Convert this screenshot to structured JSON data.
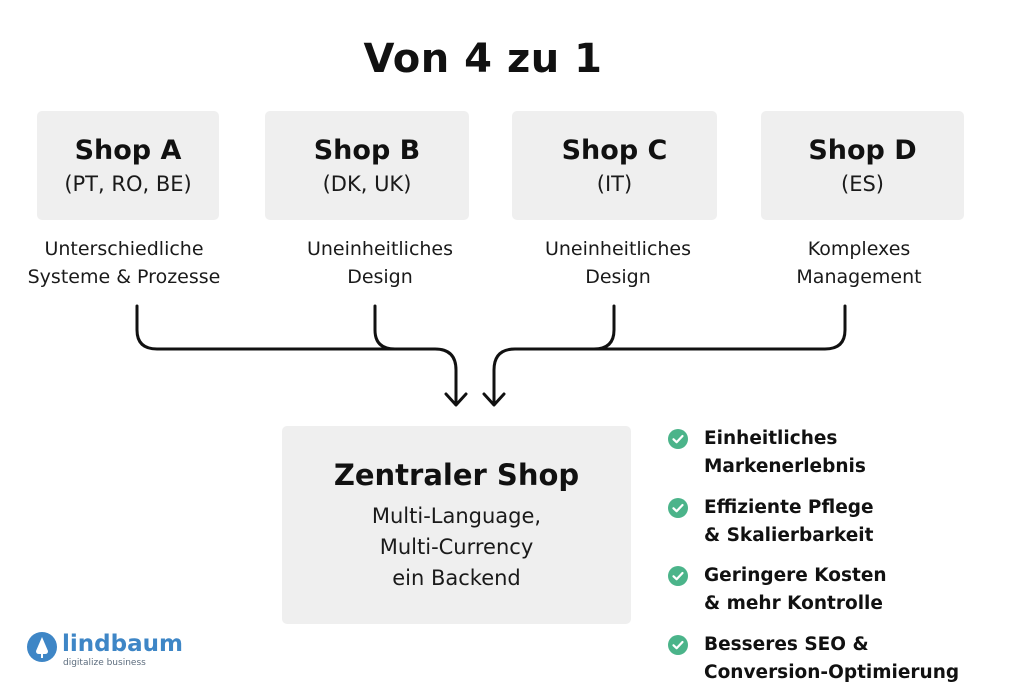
{
  "title": "Von 4 zu 1",
  "shops": [
    {
      "name": "Shop A",
      "regions": "(PT, RO, BE)",
      "issue": "Unterschiedliche\nSysteme & Prozesse"
    },
    {
      "name": "Shop B",
      "regions": "(DK, UK)",
      "issue": "Uneinheitliches\nDesign"
    },
    {
      "name": "Shop C",
      "regions": "(IT)",
      "issue": "Uneinheitliches\nDesign"
    },
    {
      "name": "Shop D",
      "regions": "(ES)",
      "issue": "Komplexes\nManagement"
    }
  ],
  "central": {
    "title": "Zentraler Shop",
    "description": "Multi-Language,\nMulti-Currency\nein Backend"
  },
  "benefits": [
    "Einheitliches\nMarkenerlebnis",
    "Effiziente Pflege\n& Skalierbarkeit",
    "Geringere Kosten\n& mehr Kontrolle",
    "Besseres SEO &\nConversion-Optimierung"
  ],
  "logo": {
    "name": "lindbaum",
    "tagline": "digitalize business"
  },
  "colors": {
    "box": "#efefef",
    "check": "#4bb48a",
    "logo": "#3e86c6",
    "line": "#111111"
  },
  "icons": {
    "benefit": "check-circle-icon",
    "logo": "tree-drop-icon"
  }
}
